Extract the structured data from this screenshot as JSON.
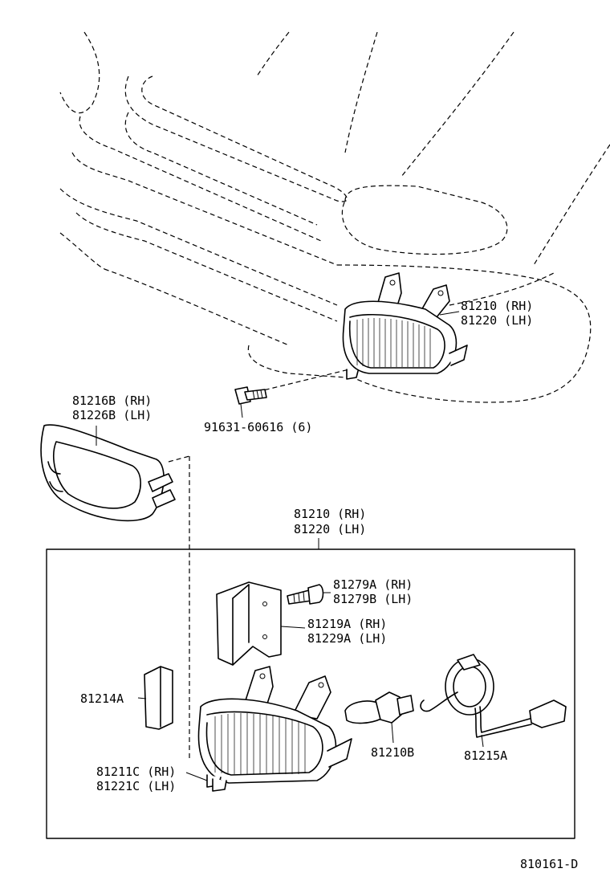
{
  "diagram_code": "810161-D",
  "callouts": {
    "lamp_top": [
      "81210 (RH)",
      "81220 (LH)"
    ],
    "screw": [
      "91631-60616 (6)"
    ],
    "bezel": [
      "81216B (RH)",
      "81226B (LH)"
    ],
    "assembly": [
      "81210 (RH)",
      "81220 (LH)"
    ],
    "screw_small": [
      "81279A (RH)",
      "81279B (LH)"
    ],
    "bracket": [
      "81219A (RH)",
      "81229A (LH)"
    ],
    "clip": [
      "81214A"
    ],
    "lamp_unit": [
      "81211C (RH)",
      "81221C (LH)"
    ],
    "bulb": [
      "81210B"
    ],
    "socket": [
      "81215A"
    ]
  }
}
